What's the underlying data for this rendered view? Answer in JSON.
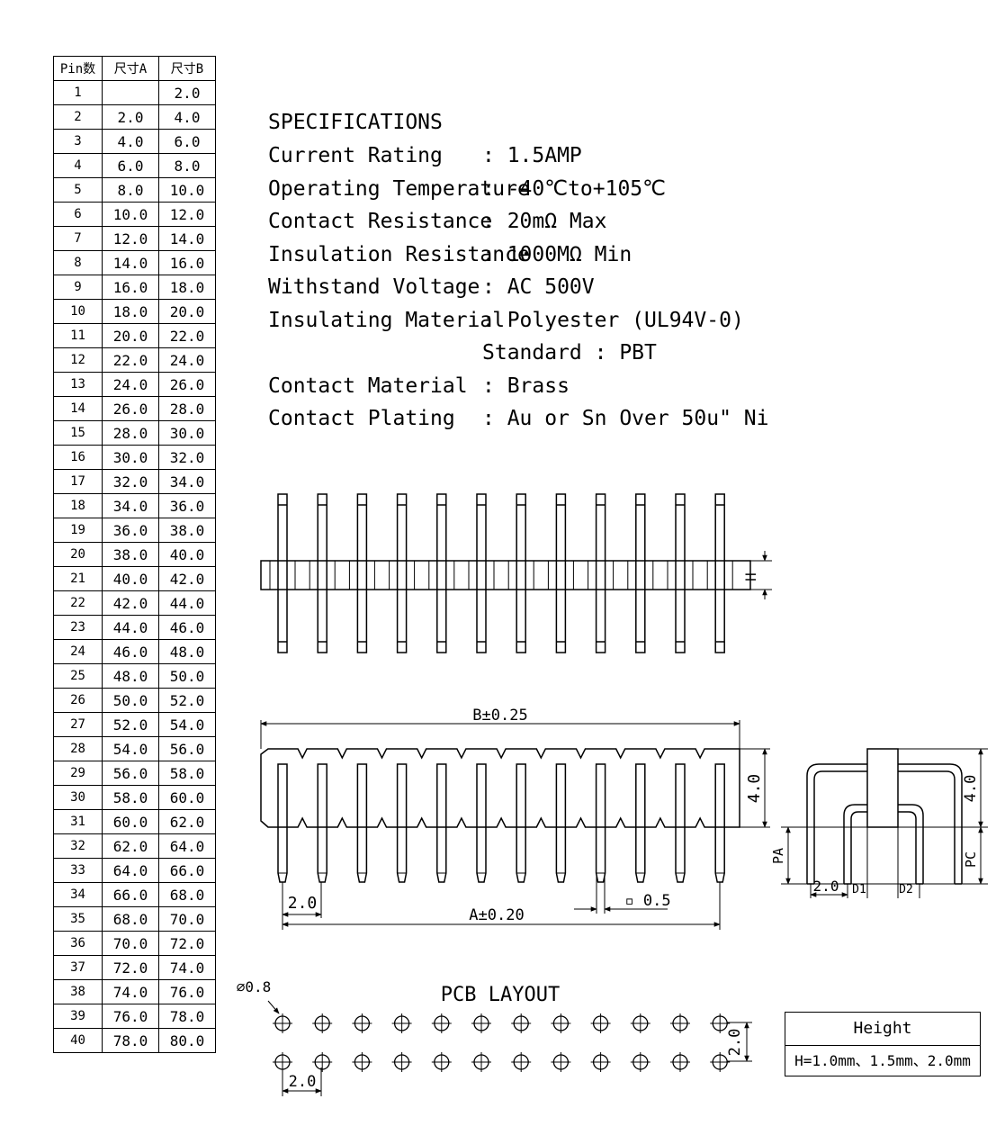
{
  "pin_table": {
    "headers": [
      "Pin数",
      "尺寸A",
      "尺寸B"
    ],
    "rows": [
      [
        "1",
        "",
        "2.0"
      ],
      [
        "2",
        "2.0",
        "4.0"
      ],
      [
        "3",
        "4.0",
        "6.0"
      ],
      [
        "4",
        "6.0",
        "8.0"
      ],
      [
        "5",
        "8.0",
        "10.0"
      ],
      [
        "6",
        "10.0",
        "12.0"
      ],
      [
        "7",
        "12.0",
        "14.0"
      ],
      [
        "8",
        "14.0",
        "16.0"
      ],
      [
        "9",
        "16.0",
        "18.0"
      ],
      [
        "10",
        "18.0",
        "20.0"
      ],
      [
        "11",
        "20.0",
        "22.0"
      ],
      [
        "12",
        "22.0",
        "24.0"
      ],
      [
        "13",
        "24.0",
        "26.0"
      ],
      [
        "14",
        "26.0",
        "28.0"
      ],
      [
        "15",
        "28.0",
        "30.0"
      ],
      [
        "16",
        "30.0",
        "32.0"
      ],
      [
        "17",
        "32.0",
        "34.0"
      ],
      [
        "18",
        "34.0",
        "36.0"
      ],
      [
        "19",
        "36.0",
        "38.0"
      ],
      [
        "20",
        "38.0",
        "40.0"
      ],
      [
        "21",
        "40.0",
        "42.0"
      ],
      [
        "22",
        "42.0",
        "44.0"
      ],
      [
        "23",
        "44.0",
        "46.0"
      ],
      [
        "24",
        "46.0",
        "48.0"
      ],
      [
        "25",
        "48.0",
        "50.0"
      ],
      [
        "26",
        "50.0",
        "52.0"
      ],
      [
        "27",
        "52.0",
        "54.0"
      ],
      [
        "28",
        "54.0",
        "56.0"
      ],
      [
        "29",
        "56.0",
        "58.0"
      ],
      [
        "30",
        "58.0",
        "60.0"
      ],
      [
        "31",
        "60.0",
        "62.0"
      ],
      [
        "32",
        "62.0",
        "64.0"
      ],
      [
        "33",
        "64.0",
        "66.0"
      ],
      [
        "34",
        "66.0",
        "68.0"
      ],
      [
        "35",
        "68.0",
        "70.0"
      ],
      [
        "36",
        "70.0",
        "72.0"
      ],
      [
        "37",
        "72.0",
        "74.0"
      ],
      [
        "38",
        "74.0",
        "76.0"
      ],
      [
        "39",
        "76.0",
        "78.0"
      ],
      [
        "40",
        "78.0",
        "80.0"
      ]
    ]
  },
  "specifications": {
    "title": "SPECIFICATIONS",
    "items": [
      {
        "label": "Current Rating",
        "value": ": 1.5AMP"
      },
      {
        "label": "Operating Temperature",
        "value": ": -40℃to+105℃"
      },
      {
        "label": "Contact Resistance",
        "value": ": 20mΩ Max"
      },
      {
        "label": "Insulation Resistance",
        "value": ": 1000MΩ Min"
      },
      {
        "label": "Withstand Voltage",
        "value": ": AC 500V"
      },
      {
        "label": "Insulating Material",
        "value": ": Polyester (UL94V-0)"
      },
      {
        "label": "",
        "value": "  Standard : PBT"
      },
      {
        "label": "Contact Material",
        "value": ": Brass"
      },
      {
        "label": "Contact Plating",
        "value": ": Au or Sn Over 50u\" Ni"
      }
    ]
  },
  "drawing_labels": {
    "height_dim": "H",
    "b_dim": "B±0.25",
    "a_dim": "A±0.20",
    "pitch_dim": "2.0",
    "body_height": "4.0",
    "pin_square": "▫ 0.5",
    "side_pa": "PA",
    "side_pc": "PC",
    "side_height": "4.0",
    "side_pitch": "2.0",
    "side_d1": "D1",
    "side_d2": "D2",
    "pcb_title": "PCB LAYOUT",
    "pcb_hole": "⌀0.8",
    "pcb_row_pitch": "2.0",
    "pcb_col_pitch": "2.0"
  },
  "height_box": {
    "title": "Height",
    "value": "H=1.0mm、1.5mm、2.0mm"
  },
  "colors": {
    "line": "#000000",
    "background": "#ffffff"
  }
}
